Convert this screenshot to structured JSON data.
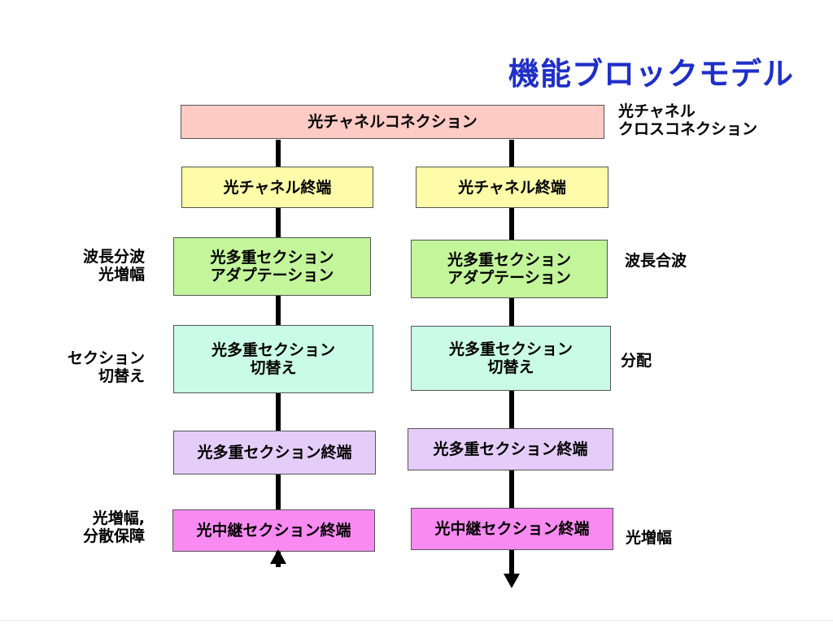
{
  "title": "機能ブロックモデル",
  "colors": {
    "title": "#1f2fc8",
    "cross_connection": "#ffcbc4",
    "channel_termination": "#fefca8",
    "adaptation": "#c3f59a",
    "switching": "#c9fbe6",
    "ms_termination": "#e5cdfa",
    "relay_termination": "#f98af2"
  },
  "top_box": {
    "label": "光チャネルコネクション"
  },
  "left_column": {
    "channel_termination": "光チャネル終端",
    "adaptation": "光多重セクション\nアダプテーション",
    "switching": "光多重セクション\n切替え",
    "ms_termination": "光多重セクション終端",
    "relay_termination": "光中継セクション終端"
  },
  "right_column": {
    "channel_termination": "光チャネル終端",
    "adaptation": "光多重セクション\nアダプテーション",
    "switching": "光多重セクション\n切替え",
    "ms_termination": "光多重セクション終端",
    "relay_termination": "光中継セクション終端"
  },
  "side_labels": {
    "cross_connect": "光チャネル\nクロスコネクション",
    "demux_amp": "波長分波\n光増幅",
    "mux": "波長合波",
    "section_switch": "セクション\n切替え",
    "distribution": "分配",
    "amp_dispersion": "光増幅,\n分散保障",
    "amp": "光増幅"
  },
  "arrows": {
    "left": "arrow-up-icon",
    "right": "arrow-down-icon"
  }
}
